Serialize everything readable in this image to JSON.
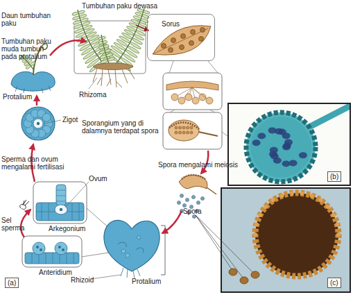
{
  "diagram": {
    "nodes": [
      {
        "text": [
          "Sorus"
        ]
      },
      {
        "text": [
          "(b)"
        ]
      },
      {
        "text": [
          "(c)"
        ]
      }
    ],
    "labels": [
      "Tumbuhan paku dewasa",
      "Daun tumbuhan paku",
      "Tumbuhan paku muda tumbuh pada protalium",
      "Rhizoma",
      "Protalium",
      "Zigot",
      "Sperma dan ovum mengalami fertilisasi",
      "Ovum",
      "Sel sperma",
      "Arkegonium",
      "Anteridium",
      "(a)",
      "Rhizoid",
      "Protalium",
      "Sporangium yang di dalamnya terdapat spora",
      "Spora mengalami meiosis",
      "Spora"
    ]
  }
}
